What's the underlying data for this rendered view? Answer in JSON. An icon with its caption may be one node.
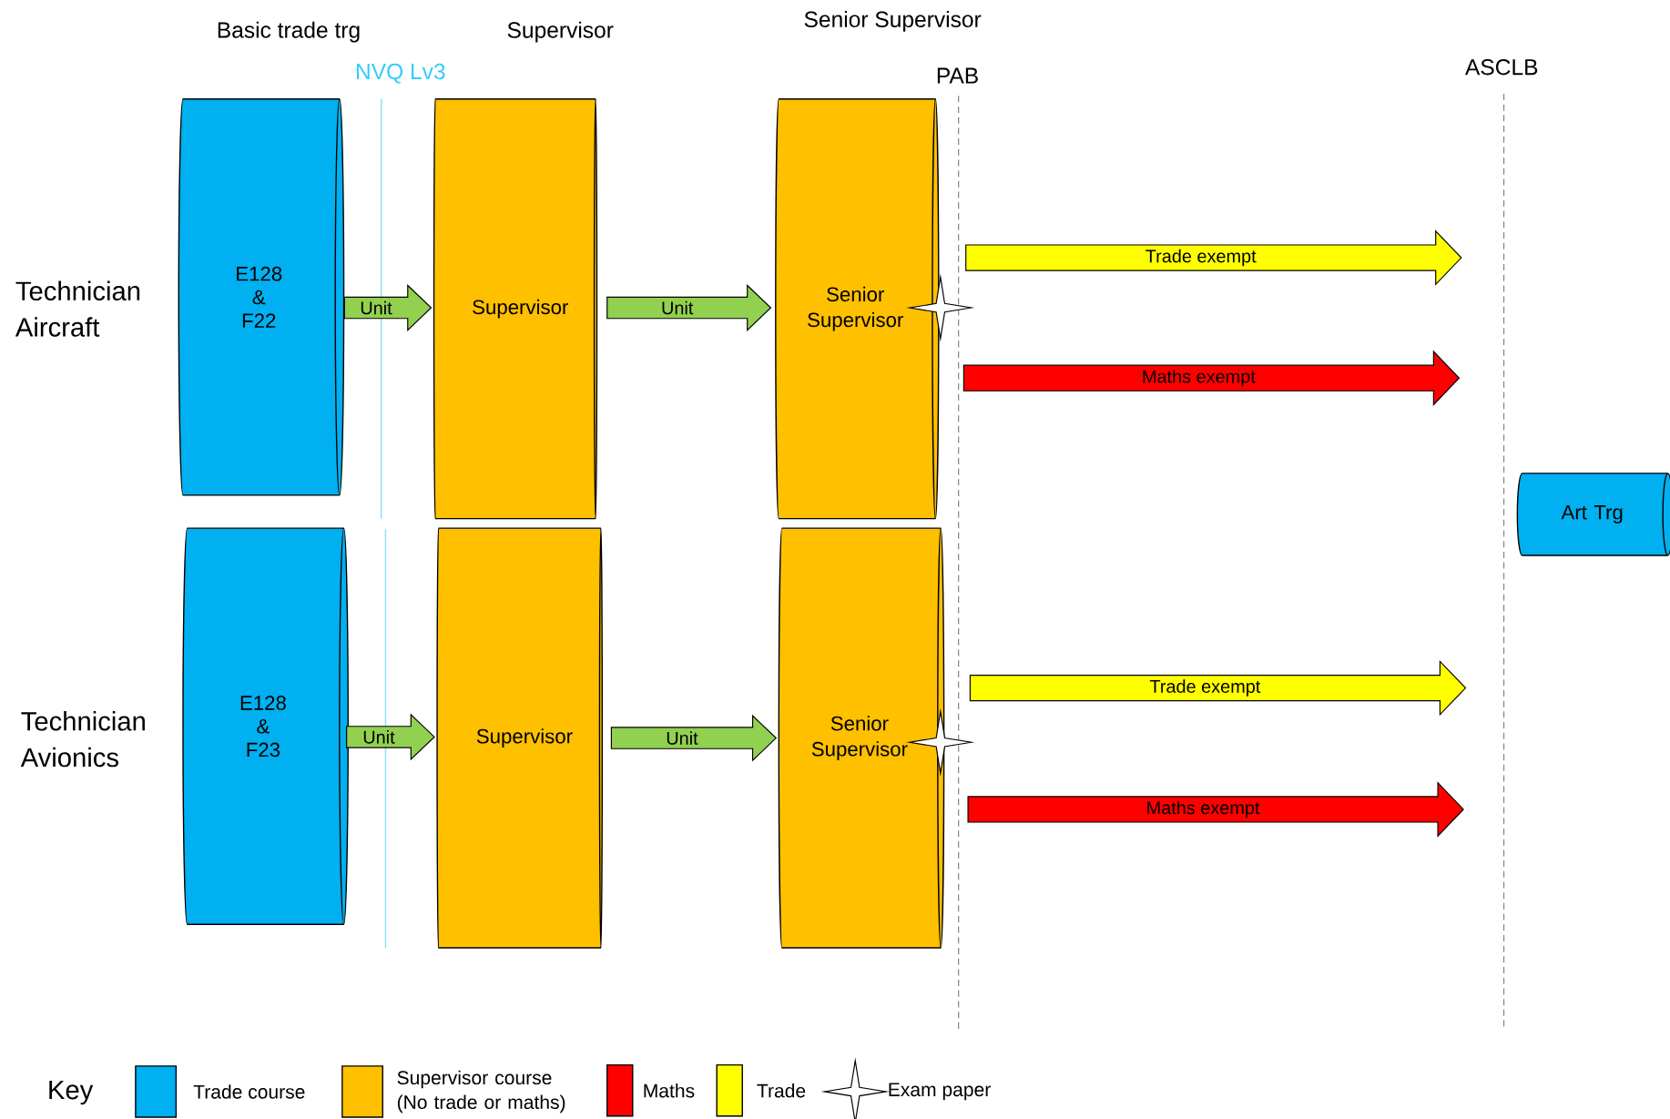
{
  "diagram": {
    "nodes": [
      {
        "text": [
          "E128 & F22"
        ]
      },
      {
        "text": [
          "Supervisor"
        ]
      },
      {
        "text": [
          "Senior Supervisor"
        ]
      },
      {
        "text": [
          "E128 & F23"
        ]
      },
      {
        "text": [
          "Supervisor"
        ]
      },
      {
        "text": [
          "Senior Supervisor"
        ]
      },
      {
        "text": [
          "Art Trg"
        ]
      }
    ],
    "edges": [
      {
        "from": 0,
        "to": 1,
        "arrow": "to",
        "label": "Unit",
        "color": "#92d050"
      },
      {
        "from": 1,
        "to": 2,
        "arrow": "to",
        "label": "Unit",
        "color": "#92d050"
      },
      {
        "from": 3,
        "to": 4,
        "arrow": "to",
        "label": "Unit",
        "color": "#92d050"
      },
      {
        "from": 4,
        "to": 5,
        "arrow": "to",
        "label": "Unit",
        "color": "#92d050"
      },
      {
        "from": 2,
        "to": null,
        "arrow": "to",
        "label": "Trade exempt",
        "color": "#ffff00"
      },
      {
        "from": 2,
        "to": null,
        "arrow": "to",
        "label": "Maths exempt",
        "color": "#ff0000"
      },
      {
        "from": 5,
        "to": null,
        "arrow": "to",
        "label": "Trade exempt",
        "color": "#ffff00"
      },
      {
        "from": 5,
        "to": null,
        "arrow": "to",
        "label": "Maths exempt",
        "color": "#ff0000"
      }
    ],
    "labels": [
      "Basic trade trg",
      "Supervisor",
      "Senior Supervisor",
      "NVQ Lv3",
      "PAB",
      "ASCLB",
      "Technician Aircraft",
      "Technician Avionics",
      "Key"
    ],
    "legend": [
      {
        "text": "Trade course",
        "color": "#00b0f0"
      },
      {
        "text": "Supervisor course (No trade or maths)",
        "color": "#ffc000"
      },
      {
        "text": "Maths",
        "color": "#ff0000"
      },
      {
        "text": "Trade",
        "color": "#ffff00"
      },
      {
        "text": "Exam paper"
      }
    ]
  }
}
